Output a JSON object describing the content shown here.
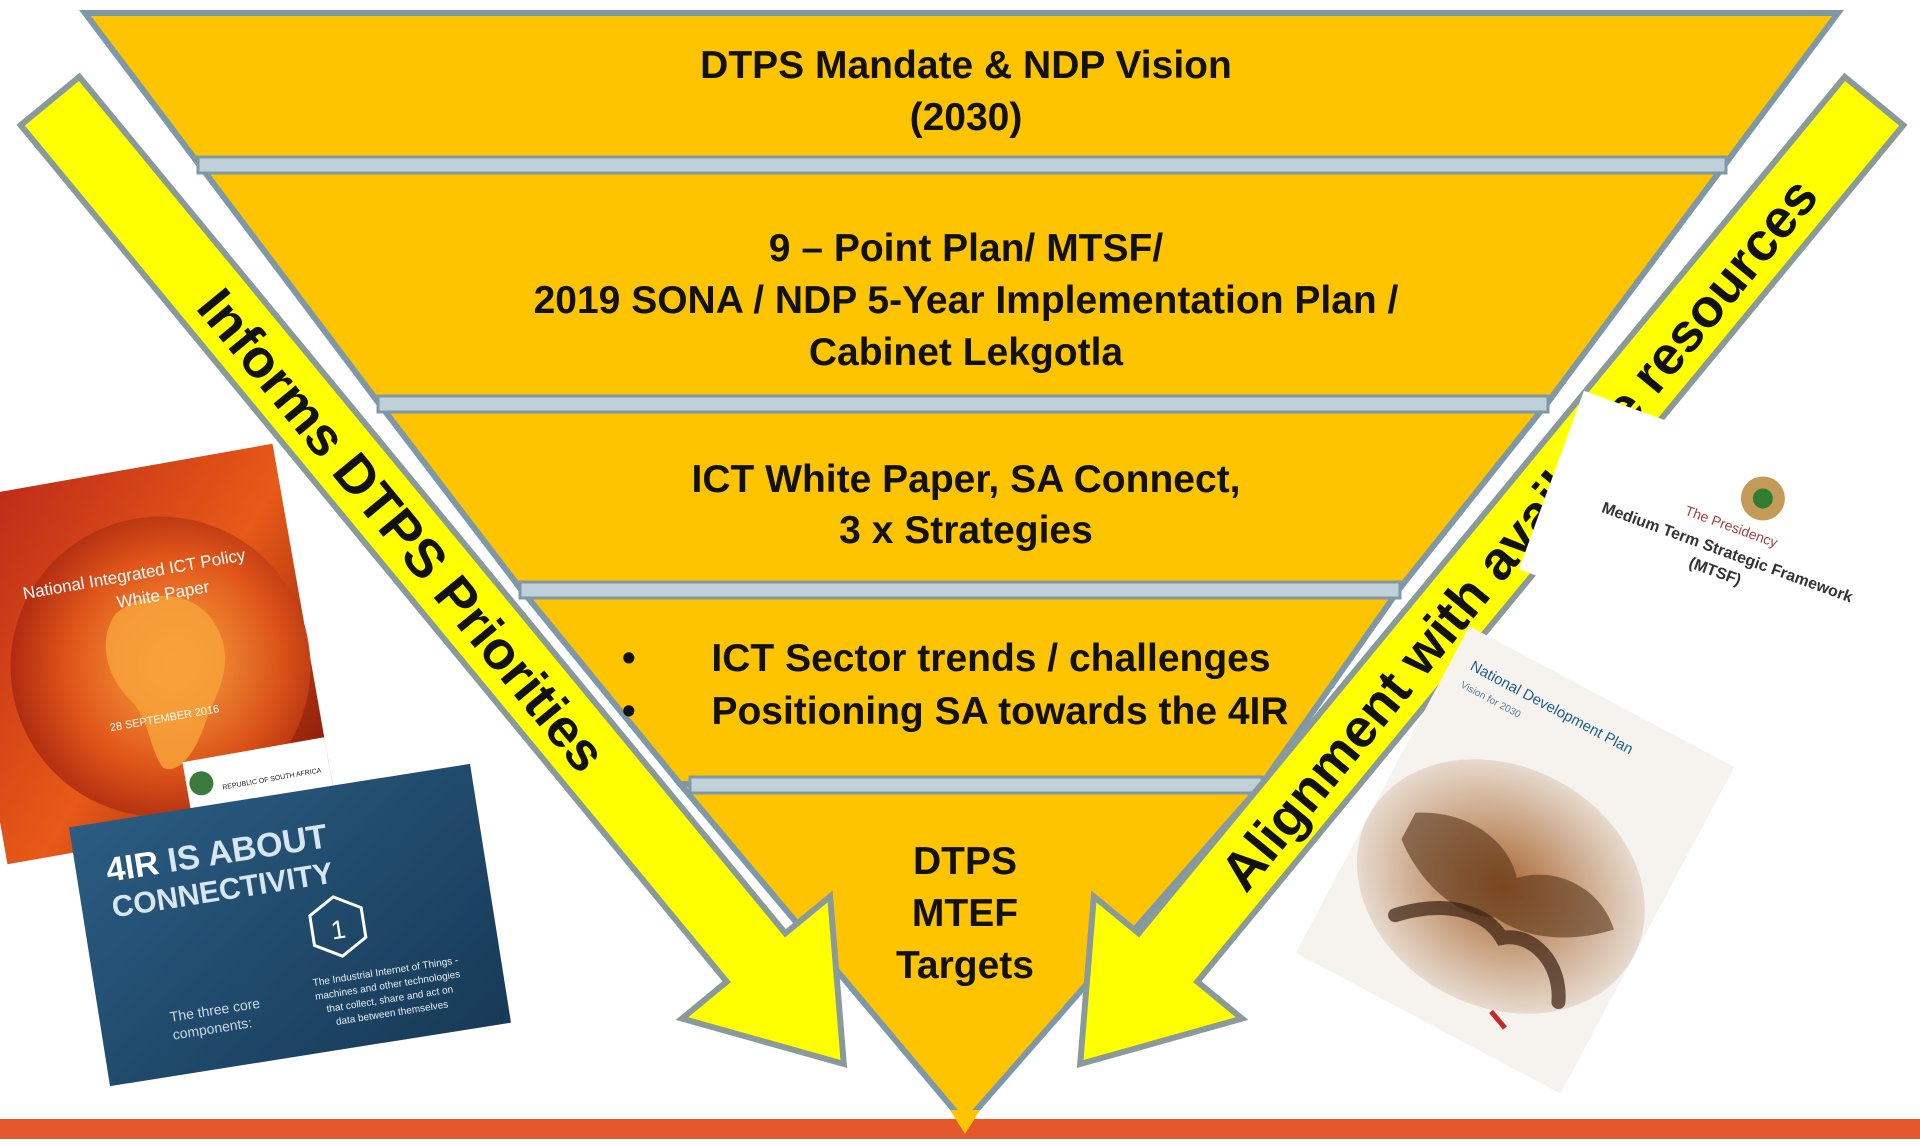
{
  "colors": {
    "funnel_fill": "#FFC400",
    "funnel_outline": "#7F98A8",
    "divider_fill": "#BFD0D8",
    "arrow_fill": "#FFFF00",
    "arrow_outline": "#8A9A9A",
    "bottom_bar": "#E4582B",
    "text": "#111111"
  },
  "funnel": {
    "tier1": {
      "line1": "DTPS Mandate & NDP Vision",
      "line2": "(2030)"
    },
    "tier2": {
      "line1": "9 – Point Plan/ MTSF/",
      "line2": "2019 SONA / NDP 5-Year Implementation Plan /",
      "line3": "Cabinet Lekgotla"
    },
    "tier3": {
      "line1": "ICT White Paper, SA Connect,",
      "line2": "3 x Strategies"
    },
    "tier4": {
      "bullet": "•",
      "item1": "ICT Sector trends / challenges",
      "item2": "Positioning SA towards the 4IR"
    },
    "tier5": {
      "line1": "DTPS",
      "line2": "MTEF",
      "line3": "Targets"
    }
  },
  "arrows": {
    "left_label": "Informs DTPS Priorities",
    "right_label": "Alignment with available resources"
  },
  "documents": {
    "white_paper": {
      "title_line1": "National Integrated ICT Policy",
      "title_line2": "White Paper",
      "date": "28 SEPTEMBER 2016",
      "publisher": "REPUBLIC OF SOUTH AFRICA",
      "icon": "coat-of-arms-icon"
    },
    "connectivity": {
      "title_strong": "4IR",
      "title_rest": " IS ABOUT",
      "title_line2": "CONNECTIVITY",
      "number": "1",
      "caption_line1": "The three core",
      "caption_line2": "components:",
      "body_line1": "The Industrial Internet of Things -",
      "body_line2": "machines and other technologies",
      "body_line3": "that collect, share and act on",
      "body_line4": "data between themselves"
    },
    "mtsf": {
      "org": "The Presidency",
      "title_line1": "Medium Term Strategic Framework",
      "title_line2": "(MTSF)",
      "icon": "coat-of-arms-icon"
    },
    "ndp": {
      "title": "National Development Plan",
      "subtitle": "Vision for 2030"
    }
  }
}
